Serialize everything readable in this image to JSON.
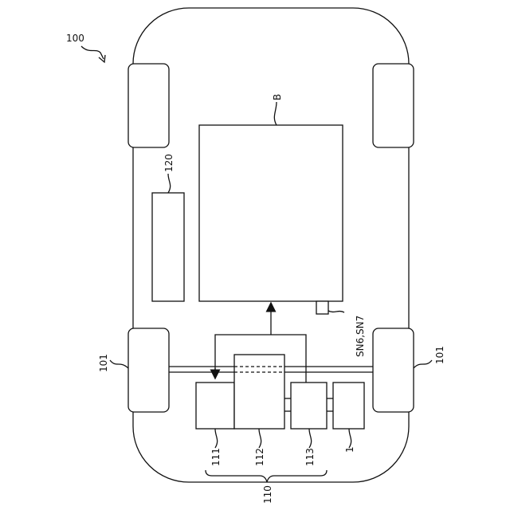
{
  "labels": {
    "vehicle": "100",
    "battery": "B",
    "unit": "120",
    "sensors": "SN6,SN7",
    "wheel_left": "101",
    "wheel_right": "101",
    "comp_111": "111",
    "comp_112": "112",
    "comp_113": "113",
    "comp_1": "1",
    "group": "110"
  },
  "colors": {
    "stroke": "#111111",
    "background": "#ffffff"
  }
}
